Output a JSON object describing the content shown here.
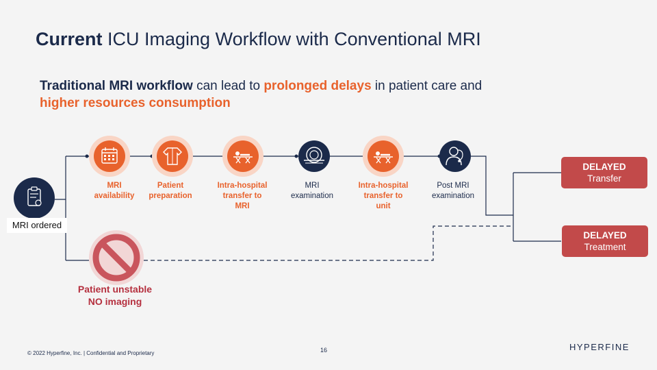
{
  "title": {
    "bold": "Current",
    "rest": " ICU Imaging Workflow with Conventional MRI"
  },
  "subtitle": {
    "part1": "Traditional MRI workflow",
    "part2": " can lead to ",
    "part3": "prolonged delays",
    "part4": " in patient care and ",
    "part5": "higher resources consumption"
  },
  "start": {
    "label": "MRI ordered",
    "icon": "clipboard-icon"
  },
  "steps": [
    {
      "label_lines": [
        "MRI",
        "availability"
      ],
      "style": "orange",
      "icon": "calendar-icon"
    },
    {
      "label_lines": [
        "Patient",
        "preparation"
      ],
      "style": "orange",
      "icon": "gown-icon"
    },
    {
      "label_lines": [
        "Intra-hospital",
        "transfer to",
        "MRI"
      ],
      "style": "orange",
      "icon": "stretcher-icon"
    },
    {
      "label_lines": [
        "MRI",
        "examination"
      ],
      "style": "navy",
      "icon": "mri-scanner-icon"
    },
    {
      "label_lines": [
        "Intra-hospital",
        "transfer to",
        "unit"
      ],
      "style": "orange",
      "icon": "stretcher-icon"
    },
    {
      "label_lines": [
        "Post MRI",
        "examination"
      ],
      "style": "navy",
      "icon": "doctor-icon"
    }
  ],
  "unstable": {
    "line1": "Patient unstable",
    "line2": "NO imaging",
    "icon": "prohibited-icon"
  },
  "outcomes": [
    {
      "line1": "DELAYED",
      "line2": "Transfer"
    },
    {
      "line1": "DELAYED",
      "line2": "Treatment"
    }
  ],
  "footer": {
    "copyright": "© 2022 Hyperfine, Inc. | Confidential and Proprietary",
    "page": "16",
    "logo_a": "HYPER",
    "logo_b": "FINE"
  },
  "colors": {
    "navy": "#1b2a4a",
    "orange": "#e8622c",
    "peach": "#f9d5c5",
    "red": "#c24a4a",
    "prohibit": "#c9555d"
  }
}
